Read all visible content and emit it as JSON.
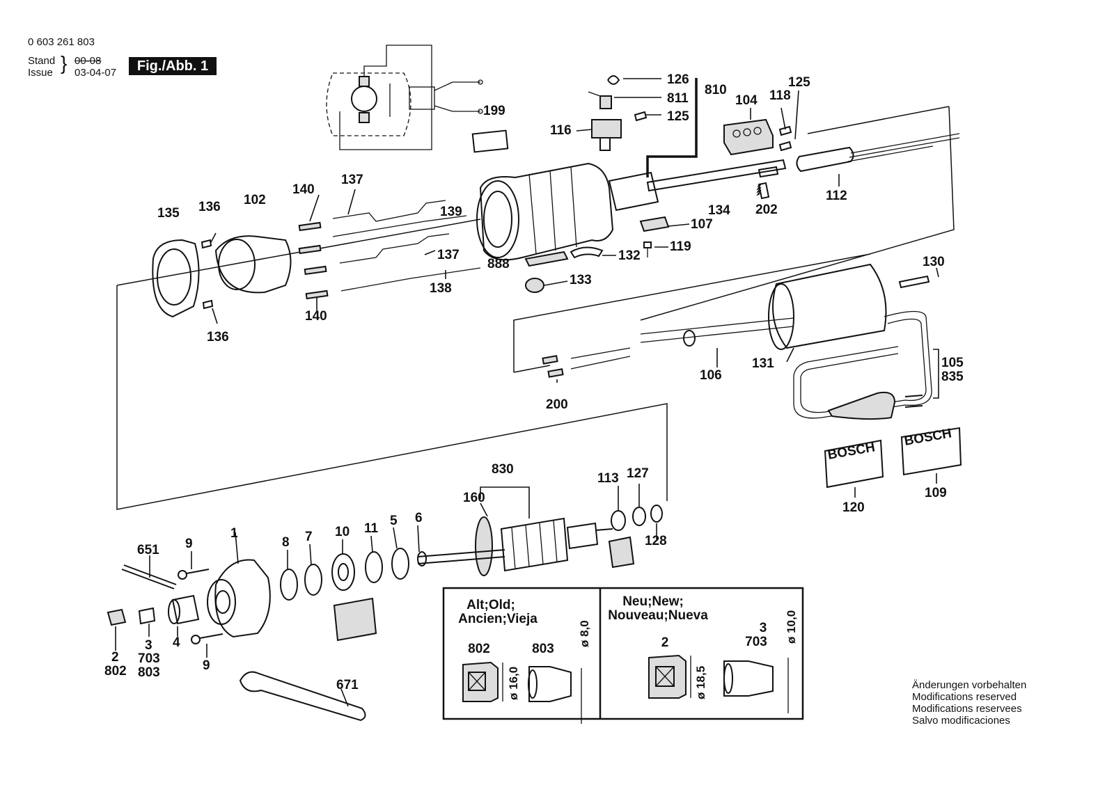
{
  "header": {
    "part_number": "0 603 261 803",
    "stand_label": "Stand",
    "issue_label": "Issue",
    "old_date": "00-08",
    "issue_date": "03-04-07",
    "figure_label": "Fig./Abb. 1"
  },
  "parts": {
    "p126": "126",
    "p811": "811",
    "p810": "810",
    "p125a": "125",
    "p116": "116",
    "p199": "199",
    "p104": "104",
    "p118": "118",
    "p125b": "125",
    "p137a": "137",
    "p140a": "140",
    "p102": "102",
    "p136a": "136",
    "p135": "135",
    "p139": "139",
    "p137b": "137",
    "p138": "138",
    "p140b": "140",
    "p136b": "136",
    "p888": "888",
    "p133": "133",
    "p132": "132",
    "p119": "119",
    "p107": "107",
    "p134": "134",
    "p202": "202",
    "p112": "112",
    "p130": "130",
    "p131": "131",
    "p106": "106",
    "p200": "200",
    "p105": "105",
    "p835": "835",
    "p120": "120",
    "p109": "109",
    "p830": "830",
    "p160": "160",
    "p113": "113",
    "p127": "127",
    "p128": "128",
    "p651": "651",
    "p9a": "9",
    "p1": "1",
    "p8": "8",
    "p7": "7",
    "p10": "10",
    "p11": "11",
    "p5": "5",
    "p6": "6",
    "p2": "2",
    "p802": "802",
    "p3": "3",
    "p703": "703",
    "p803": "803",
    "p4": "4",
    "p9b": "9",
    "p671": "671"
  },
  "brand_labels": {
    "left": "BOSCH",
    "right": "BOSCH"
  },
  "inset": {
    "old_title_1": "Alt;Old;",
    "old_title_2": "Ancien;Vieja",
    "new_title_1": "Neu;New;",
    "new_title_2": "Nouveau;Nueva",
    "old_part_a": "802",
    "old_part_b": "803",
    "old_dim_a": "ø 16,0",
    "old_dim_b": "ø 8,0",
    "new_part_a": "2",
    "new_part_b_1": "3",
    "new_part_b_2": "703",
    "new_dim_a": "ø 18,5",
    "new_dim_b": "ø 10,0"
  },
  "notes": [
    "Änderungen vorbehalten",
    "Modifications reserved",
    "Modifications reservees",
    "Salvo modificaciones"
  ]
}
